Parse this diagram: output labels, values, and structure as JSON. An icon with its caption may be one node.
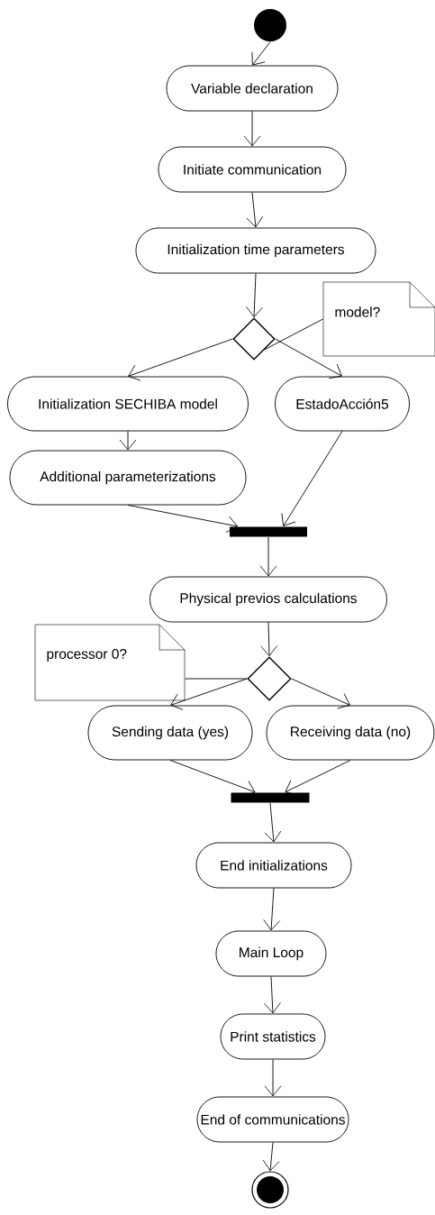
{
  "diagram": {
    "nodes": [
      {
        "text": [],
        "shape": "circle"
      },
      {
        "text": [
          "Variable declaration"
        ]
      },
      {
        "text": [
          "Initiate communication"
        ]
      },
      {
        "text": [
          "Initialization time parameters"
        ]
      },
      {
        "text": [],
        "shape": "diamond"
      },
      {
        "text": [
          "model?"
        ]
      },
      {
        "text": [
          "Initialization SECHIBA model"
        ]
      },
      {
        "text": [
          "EstadoAcción5"
        ]
      },
      {
        "text": [
          "Additional parameterizations"
        ]
      },
      {
        "text": [],
        "shape": "bar"
      },
      {
        "text": [
          "Physical previos calculations"
        ]
      },
      {
        "text": [
          "processor 0?"
        ]
      },
      {
        "text": [],
        "shape": "diamond"
      },
      {
        "text": [
          "Sending data (yes)"
        ]
      },
      {
        "text": [
          "Receiving data (no)"
        ]
      },
      {
        "text": [],
        "shape": "bar"
      },
      {
        "text": [
          "End initializations"
        ]
      },
      {
        "text": [
          "Main Loop"
        ]
      },
      {
        "text": [
          "Print statistics"
        ]
      },
      {
        "text": [
          "End of communications"
        ]
      },
      {
        "text": [],
        "shape": "circle"
      }
    ],
    "edges": [
      {
        "from": 0,
        "to": 1,
        "arrow": "to"
      },
      {
        "from": 1,
        "to": 2,
        "arrow": "to"
      },
      {
        "from": 2,
        "to": 3,
        "arrow": "to"
      },
      {
        "from": 3,
        "to": 4,
        "arrow": "to"
      },
      {
        "from": 5,
        "to": 4,
        "arrow": "none"
      },
      {
        "from": 4,
        "to": 6,
        "arrow": "to"
      },
      {
        "from": 4,
        "to": 7,
        "arrow": "to"
      },
      {
        "from": 6,
        "to": 8,
        "arrow": "to"
      },
      {
        "from": 8,
        "to": 9,
        "arrow": "to"
      },
      {
        "from": 7,
        "to": 9,
        "arrow": "to"
      },
      {
        "from": 9,
        "to": 10,
        "arrow": "to"
      },
      {
        "from": 10,
        "to": 12,
        "arrow": "to"
      },
      {
        "from": 11,
        "to": 12,
        "arrow": "none"
      },
      {
        "from": 12,
        "to": 13,
        "arrow": "to"
      },
      {
        "from": 12,
        "to": 14,
        "arrow": "to"
      },
      {
        "from": 13,
        "to": 15,
        "arrow": "to"
      },
      {
        "from": 14,
        "to": 15,
        "arrow": "to"
      },
      {
        "from": 15,
        "to": 16,
        "arrow": "to"
      },
      {
        "from": 16,
        "to": 17,
        "arrow": "to"
      },
      {
        "from": 17,
        "to": 18,
        "arrow": "to"
      },
      {
        "from": 18,
        "to": 19,
        "arrow": "to"
      },
      {
        "from": 19,
        "to": 20,
        "arrow": "to"
      }
    ]
  }
}
